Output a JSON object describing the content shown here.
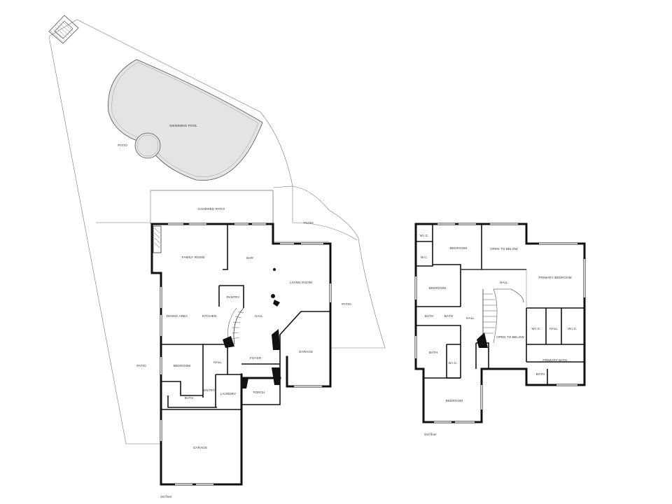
{
  "plan": {
    "first_floor": {
      "caption": "1st floor",
      "rooms": {
        "swimming_pool": "SWIMMING POOL",
        "patio_pool": "PATIO",
        "covered_patio": "COVERED PATIO",
        "patio_top": "PATIO",
        "patio_right": "PATIO",
        "patio_left": "PATIO",
        "family_room": "FAMILY ROOM",
        "bar": "BAR",
        "living_room": "LIVING ROOM",
        "pantry": "PANTRY",
        "dining_area": "DINING AREA",
        "kitchen": "KITCHEN",
        "hall_center": "HALL",
        "garage_right": "GARAGE",
        "foyer": "FOYER",
        "bedroom": "BEDROOM",
        "hall_left": "HALL",
        "entry": "ENTRY",
        "laundry": "LAUNDRY",
        "bath": "BATH",
        "porch": "PORCH",
        "garage_bottom": "GARAGE"
      }
    },
    "second_floor": {
      "caption": "2nd floor",
      "rooms": {
        "wic_top": "W.I.C.",
        "wc_top": "W.C.",
        "bedroom_top": "BEDROOM",
        "open_to_below_top": "OPEN TO BELOW",
        "primary_bedroom": "PRIMARY BEDROOM",
        "bedroom_left": "BEDROOM",
        "hall_upper": "HALL",
        "bath_a": "BATH",
        "bath_b": "BATH",
        "hall_lower": "HALL",
        "open_to_below_bottom": "OPEN TO BELOW",
        "wic_left": "W.I.C.",
        "hall_wic": "HALL",
        "wic_right": "W.I.C.",
        "bath_mid": "BATH",
        "wic_mid": "W.I.C.",
        "primary_bath": "PRIMARY BATH",
        "bath_small": "BATH",
        "bedroom_bottom": "BEDROOM"
      }
    }
  }
}
